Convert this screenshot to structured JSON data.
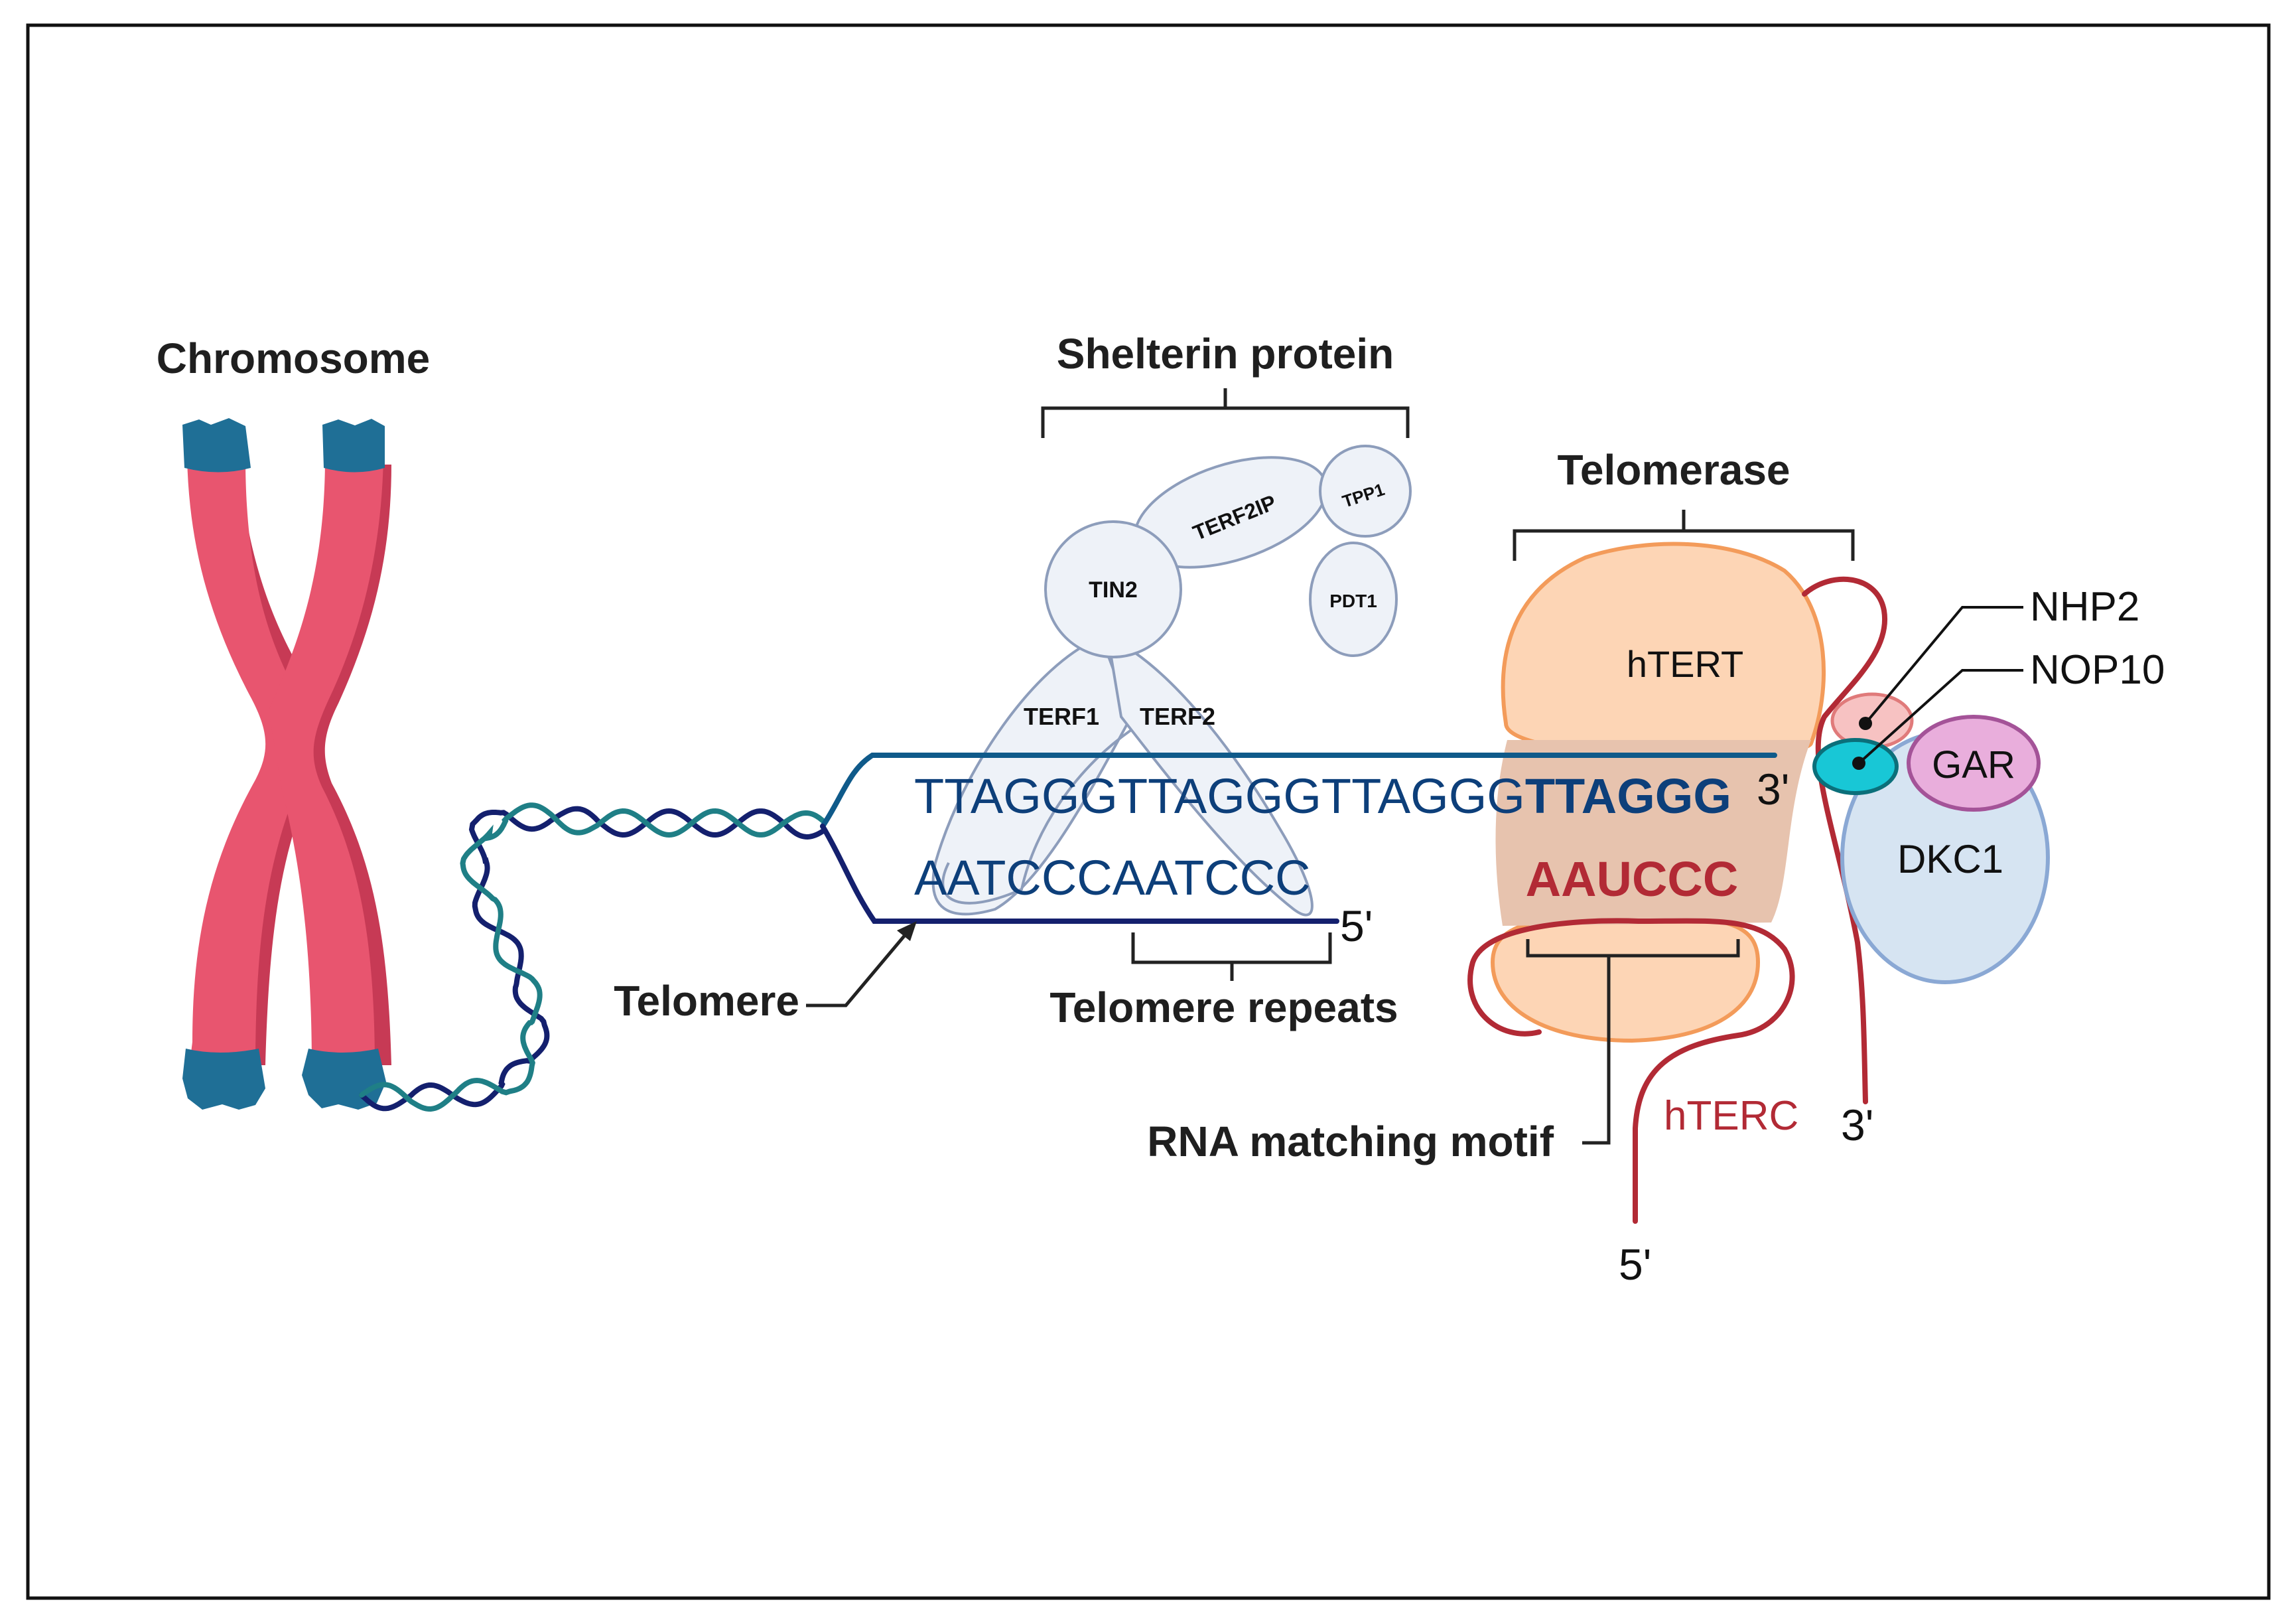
{
  "labels": {
    "chromosome": "Chromosome",
    "shelterin": "Shelterin protein",
    "telomerase": "Telomerase",
    "telomere": "Telomere",
    "telomere_repeats": "Telomere repeats",
    "rna_matching_motif": "RNA matching motif"
  },
  "proteins": {
    "terf2ip": "TERF2IP",
    "tpp1": "TPP1",
    "tin2": "TIN2",
    "pdt1": "PDT1",
    "terf1": "TERF1",
    "terf2": "TERF2",
    "htert": "hTERT",
    "nhp2": "NHP2",
    "nop10": "NOP10",
    "gar": "GAR",
    "dkc1": "DKC1",
    "hterc": "hTERC"
  },
  "sequences": {
    "top_strand": "TTAGGGTTAGGGTTAGGG",
    "top_strand_bold": "TTAGGG",
    "bottom_strand": "AATCCCAATCCC",
    "rna_template": "AAUCCC"
  },
  "ends": {
    "dna_3prime": "3'",
    "dna_5prime": "5'",
    "rna_3prime": "3'",
    "rna_5prime": "5'"
  },
  "colors": {
    "chromosome_body": "#e8556f",
    "chromosome_shadow": "#c73a55",
    "telomere_cap": "#1f6f96",
    "dna_dark": "#14206e",
    "dna_teal": "#1f7f86",
    "strand_top": "#0f5a8a",
    "sequence_text": "#0d3f7a",
    "rna_red": "#b22a35",
    "htert_fill": "#fdd5b5",
    "htert_stroke": "#f39b5a",
    "shelterin_fill": "#eef2f8",
    "shelterin_stroke": "#8d9dbb",
    "dkc1_fill": "#d6e4f2",
    "dkc1_stroke": "#8aa8d4",
    "gar_fill": "#e9aedc",
    "gar_stroke": "#a45398",
    "nhp2_fill": "#f7c2c2",
    "nhp2_stroke": "#e07a7a",
    "nop10_fill": "#18c7d6",
    "nop10_stroke": "#0b6f7a"
  }
}
